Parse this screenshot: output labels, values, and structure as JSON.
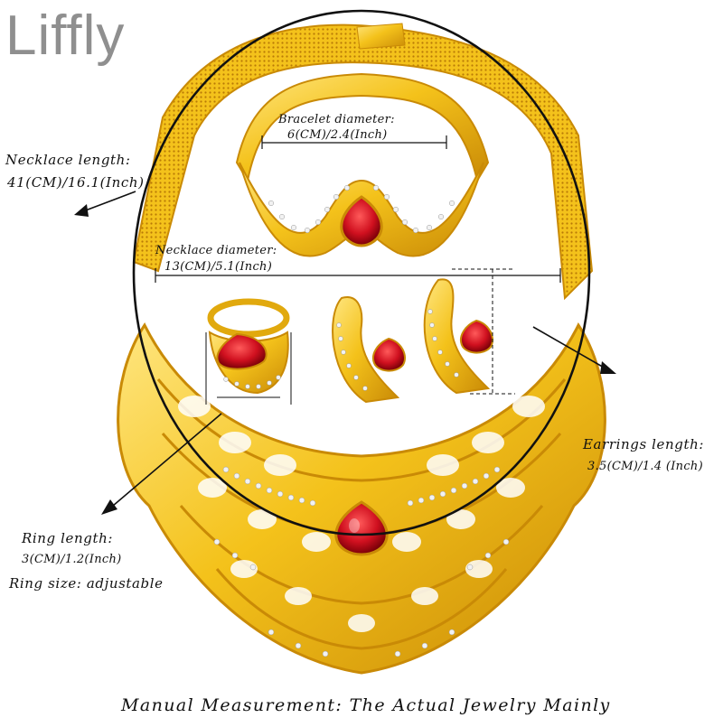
{
  "brand": {
    "logo_text": "Liffly"
  },
  "colors": {
    "gold": "#F4C21B",
    "gold_dark": "#C98A06",
    "gold_light": "#FFE680",
    "ruby": "#D0101F",
    "ruby_light": "#FF5A5A",
    "rhinestone": "#F2F2F2",
    "guide_line": "#222222"
  },
  "annotations": {
    "bracelet": {
      "title": "Bracelet diameter:",
      "value": "6(CM)/2.4(Inch)"
    },
    "necklace_length": {
      "title": "Necklace length:",
      "value": "41(CM)/16.1(Inch)"
    },
    "necklace_diameter": {
      "title": "Necklace diameter:",
      "value": "13(CM)/5.1(Inch)"
    },
    "earrings": {
      "title": "Earrings length:",
      "value": "3.5(CM)/1.4 (Inch)"
    },
    "ring": {
      "title": "Ring length:",
      "value": "3(CM)/1.2(Inch)",
      "size_note": "Ring size: adjustable"
    }
  },
  "footer": {
    "caption": "Manual Measurement:  The Actual Jewelry Mainly"
  }
}
